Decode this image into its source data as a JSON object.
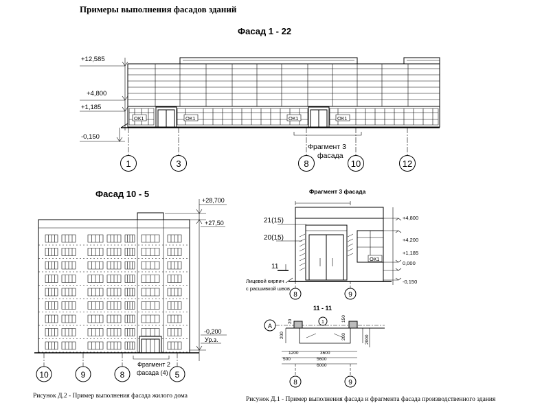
{
  "heading": "Примеры выполнения фасадов зданий",
  "facade_1_22": {
    "title": "Фасад 1 - 22",
    "levels": [
      "+12,585",
      "+4,800",
      "+1,185",
      "-0,150"
    ],
    "axes": [
      "1",
      "3",
      "8",
      "10",
      "12"
    ],
    "window_labels": [
      "ОК1",
      "ОК1",
      "ОК1",
      "ОК1"
    ],
    "fragment_note": [
      "Фрагмент 3",
      "фасада"
    ]
  },
  "facade_10_5": {
    "title": "Фасад 10 - 5",
    "levels": [
      "+28,700",
      "+27,50",
      "-0,200",
      "Ур.з."
    ],
    "axes": [
      "10",
      "9",
      "8",
      "5"
    ],
    "fragment_note": [
      "Фрагмент 2",
      "фасада (4)"
    ]
  },
  "fragment_3": {
    "title": "Фрагмент 3 фасада",
    "marks": [
      "21(15)",
      "20(15)",
      "11"
    ],
    "levels": [
      "+4,800",
      "+4,200",
      "+1,185",
      "0,000",
      "-0,150"
    ],
    "window_label": "ОК1",
    "brick_note": [
      "Лицевой кирпич",
      "с расшивкой швов"
    ],
    "axes": [
      "8",
      "9"
    ]
  },
  "section_11_11": {
    "title": "11 - 11",
    "axis_a": "А",
    "circle_mark": "1",
    "dims": [
      "1200",
      "3600",
      "500",
      "5600",
      "6000",
      "200",
      "20",
      "200",
      "150",
      "2000"
    ],
    "axes": [
      "8",
      "9"
    ]
  },
  "captions": {
    "fig_d2": "Рисунок Д.2 - Пример выполнения фасада жилого дома",
    "fig_d1": "Рисунок Д.1 - Пример выполнения фасада и фрагмента фасада производственного здания"
  }
}
